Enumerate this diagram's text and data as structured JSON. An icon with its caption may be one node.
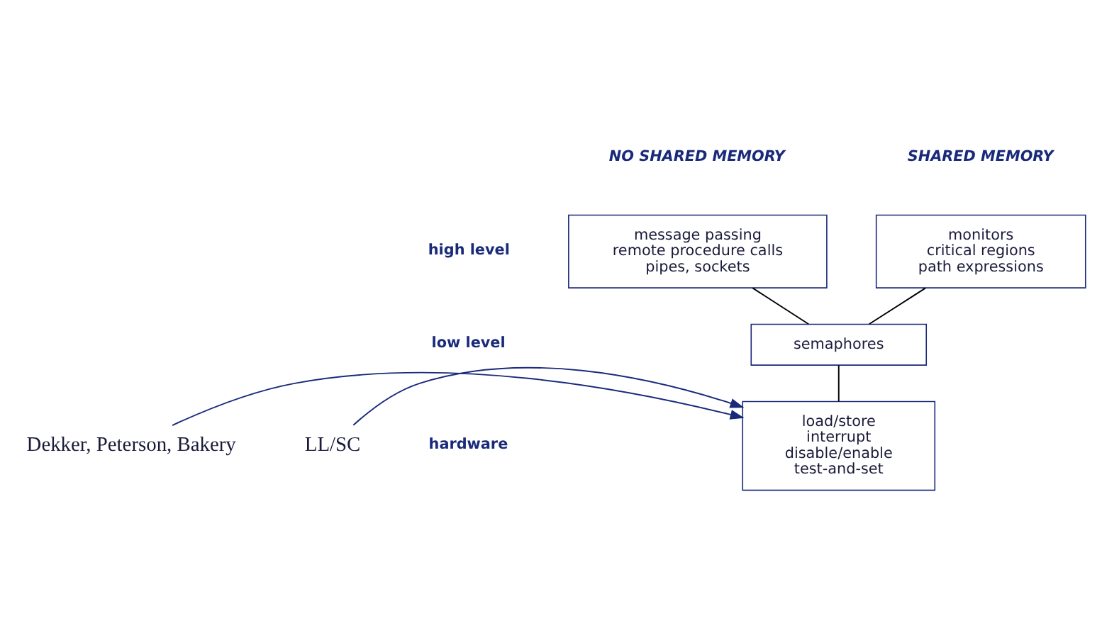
{
  "diagram": {
    "nodes": [
      {
        "text": [
          "monitors",
          "critical regions",
          "path expressions"
        ]
      },
      {
        "text": [
          "message passing",
          "remote procedure calls",
          "pipes, sockets"
        ]
      },
      {
        "text": [
          "semaphores"
        ]
      },
      {
        "text": [
          "load/store",
          "interrupt",
          "disable/enable",
          "test-and-set"
        ]
      },
      {
        "text": [
          "Dekker, Peterson, Bakery"
        ]
      },
      {
        "text": [
          "LL/SC"
        ]
      }
    ],
    "edges": [
      {
        "from": 0,
        "to": 2,
        "arrow": "none"
      },
      {
        "from": 1,
        "to": 2,
        "arrow": "none"
      },
      {
        "from": 2,
        "to": 3,
        "arrow": "none"
      },
      {
        "from": 4,
        "to": 3,
        "arrow": "to",
        "color": "#1a2a7a"
      },
      {
        "from": 5,
        "to": 3,
        "arrow": "to",
        "color": "#1a2a7a"
      }
    ],
    "labels": [
      "SHARED MEMORY",
      "NO SHARED MEMORY",
      "high level",
      "low level",
      "hardware"
    ]
  }
}
